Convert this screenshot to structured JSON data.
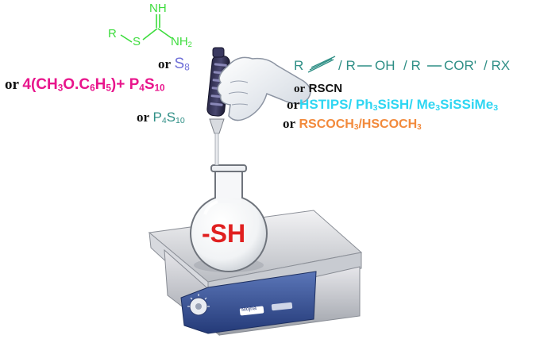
{
  "thiourea": {
    "r_label": "R",
    "s_label": "S",
    "imine_label": "NH",
    "amine_label": "NH",
    "amine_sub": "2"
  },
  "reagents_left": {
    "or1": "or",
    "s8_main": "S",
    "s8_sub": "8",
    "or2": "or",
    "lawesson_a": "4(CH",
    "lawesson_a_sub": "3",
    "lawesson_b": "O.C",
    "lawesson_b_sub": "6",
    "lawesson_c": "H",
    "lawesson_c_sub": "5",
    "lawesson_d": ")+ P",
    "lawesson_d_sub": "4",
    "lawesson_e": "S",
    "lawesson_e_sub": "10",
    "or3": "or",
    "p4s10_a": "P",
    "p4s10_a_sub": "4",
    "p4s10_b": "S",
    "p4s10_b_sub": "10"
  },
  "reagents_right": {
    "alkyne_r": "R",
    "sep1": "/ R",
    "oh": "OH",
    "sep2": "/ R",
    "cor": "COR'",
    "sep3": "/ RX",
    "or4": "or",
    "rscn": "RSCN",
    "or5": "or",
    "silane_a": "HSTIPS/ Ph",
    "silane_a_sub": "3",
    "silane_b": "SiSH/ Me",
    "silane_b_sub": "3",
    "silane_c": "SiSSiMe",
    "silane_c_sub": "3",
    "or6": "or",
    "thioacetate_a": "RSCOCH",
    "thioacetate_a_sub": "3",
    "thioacetate_b": "/HSCOCH",
    "thioacetate_b_sub": "3"
  },
  "flask": {
    "product": "-SH"
  },
  "hotplate": {
    "brand_text": "Mojha"
  },
  "colors": {
    "green": "#3ddc3d",
    "magenta": "#e8158c",
    "teal": "#2f8f86",
    "purple": "#6f6fd8",
    "cyan": "#2fd6f2",
    "orange": "#f28a3c",
    "product_red": "#e02020"
  },
  "icons": [
    "glove-hand-icon",
    "pipette-icon",
    "round-bottom-flask-icon",
    "hotplate-stirrer-icon"
  ]
}
